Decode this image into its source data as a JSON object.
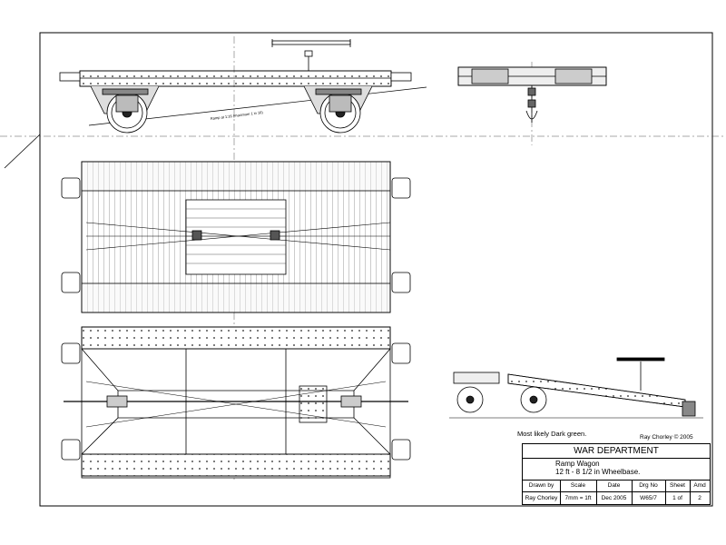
{
  "notes": {
    "colour_note": "Most likely Dark green.",
    "copyright": "Ray Chorley © 2005",
    "ramp_label": "Ramp at 1:16 (maximum 1 in 10)"
  },
  "title_block": {
    "organisation": "WAR DEPARTMENT",
    "subject": "Ramp Wagon",
    "description": "12 ft - 8 1/2 in Wheelbase.",
    "headers": [
      "Drawn by",
      "Scale",
      "Date",
      "Drg No",
      "Sheet",
      "Amd"
    ],
    "values": [
      "Ray Chorley",
      "7mm = 1ft",
      "Dec 2005",
      "W65/7",
      "1 of",
      "2"
    ]
  }
}
